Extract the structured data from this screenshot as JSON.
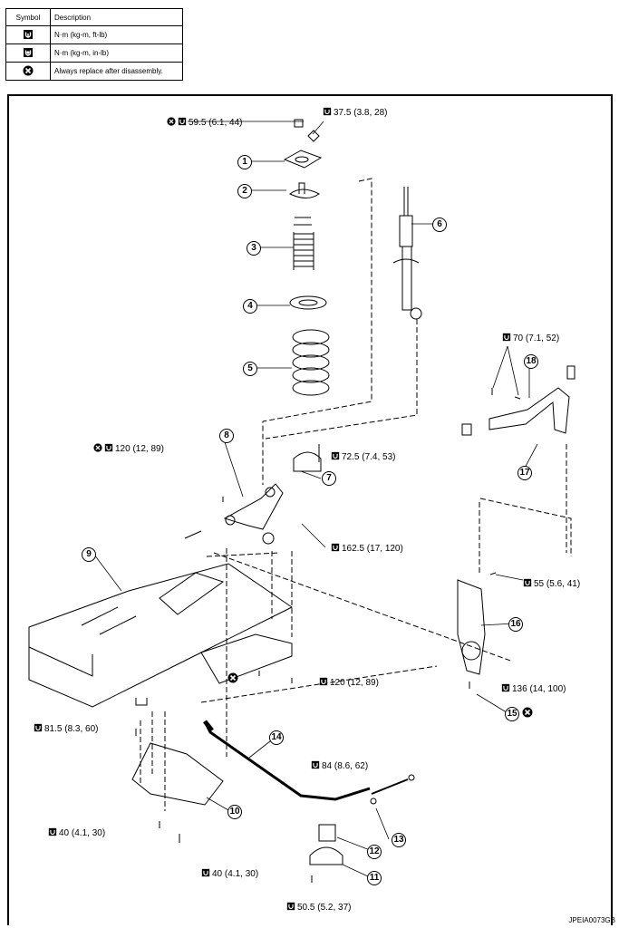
{
  "legend": {
    "header_symbol": "Symbol",
    "header_description": "Description",
    "rows": [
      {
        "icon": "torque-icon",
        "text": "N·m (kg-m, ft-lb)"
      },
      {
        "icon": "torque-inlb-icon",
        "text": "N·m (kg-m, in-lb)"
      },
      {
        "icon": "replace-icon",
        "text": "Always replace after disassembly."
      }
    ]
  },
  "torques": {
    "t_59_5": "59.5 (6.1, 44)",
    "t_37_5": "37.5 (3.8, 28)",
    "t_70": "70 (7.1, 52)",
    "t_120a": "120 (12, 89)",
    "t_72_5": "72.5 (7.4, 53)",
    "t_162_5": "162.5 (17, 120)",
    "t_55": "55 (5.6, 41)",
    "t_120b": "120 (12, 89)",
    "t_136": "136 (14, 100)",
    "t_81_5": "81.5 (8.3, 60)",
    "t_84": "84 (8.6, 62)",
    "t_40a": "40 (4.1, 30)",
    "t_40b": "40 (4.1, 30)",
    "t_50_5": "50.5 (5.2, 37)"
  },
  "parts": [
    "1",
    "2",
    "3",
    "4",
    "5",
    "6",
    "7",
    "8",
    "9",
    "10",
    "11",
    "12",
    "13",
    "14",
    "15",
    "16",
    "17",
    "18"
  ],
  "figure_code": "JPEIA0073GB"
}
